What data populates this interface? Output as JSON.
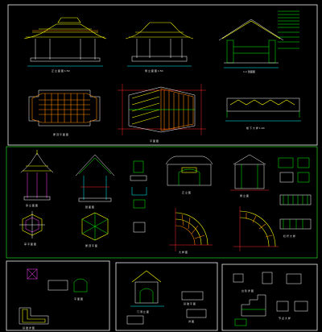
{
  "sheets": [
    {
      "id": "top",
      "captions": [
        "正 立 面 图 1:50",
        "侧 立 面 图 1:50",
        "1-1 剖面图",
        "屋 顶 平 面 图",
        "檐 下 大 样 1:20",
        "平 面 图"
      ]
    },
    {
      "id": "middle",
      "captions": [
        "亭 立 面 图",
        "亭 平 面 图",
        "剖 面 图",
        "屋 顶 平 面",
        "正 立 面",
        "侧 立 面",
        "大 样 图",
        "栏 杆 大 样"
      ]
    },
    {
      "id": "bottom-left",
      "captions": [
        "平 面 图",
        "基 础 详 图"
      ]
    },
    {
      "id": "bottom-center",
      "captions": [
        "门 洞 立 面",
        "基 础 平 面",
        "详 图"
      ]
    },
    {
      "id": "bottom-right",
      "captions": [
        "台 阶 详 图",
        "节 点 大 样"
      ]
    }
  ],
  "colors": {
    "background": "#000000",
    "frame": "#f0f0f0",
    "frame_green": "#22bb22",
    "roof": "#ffff00",
    "structure": "#00ff00",
    "outline": "#ffffff",
    "dimension": "#00ffff",
    "axis": "#ff2a2a",
    "detail": "#ff44ff",
    "hatch": "#ff8800"
  }
}
